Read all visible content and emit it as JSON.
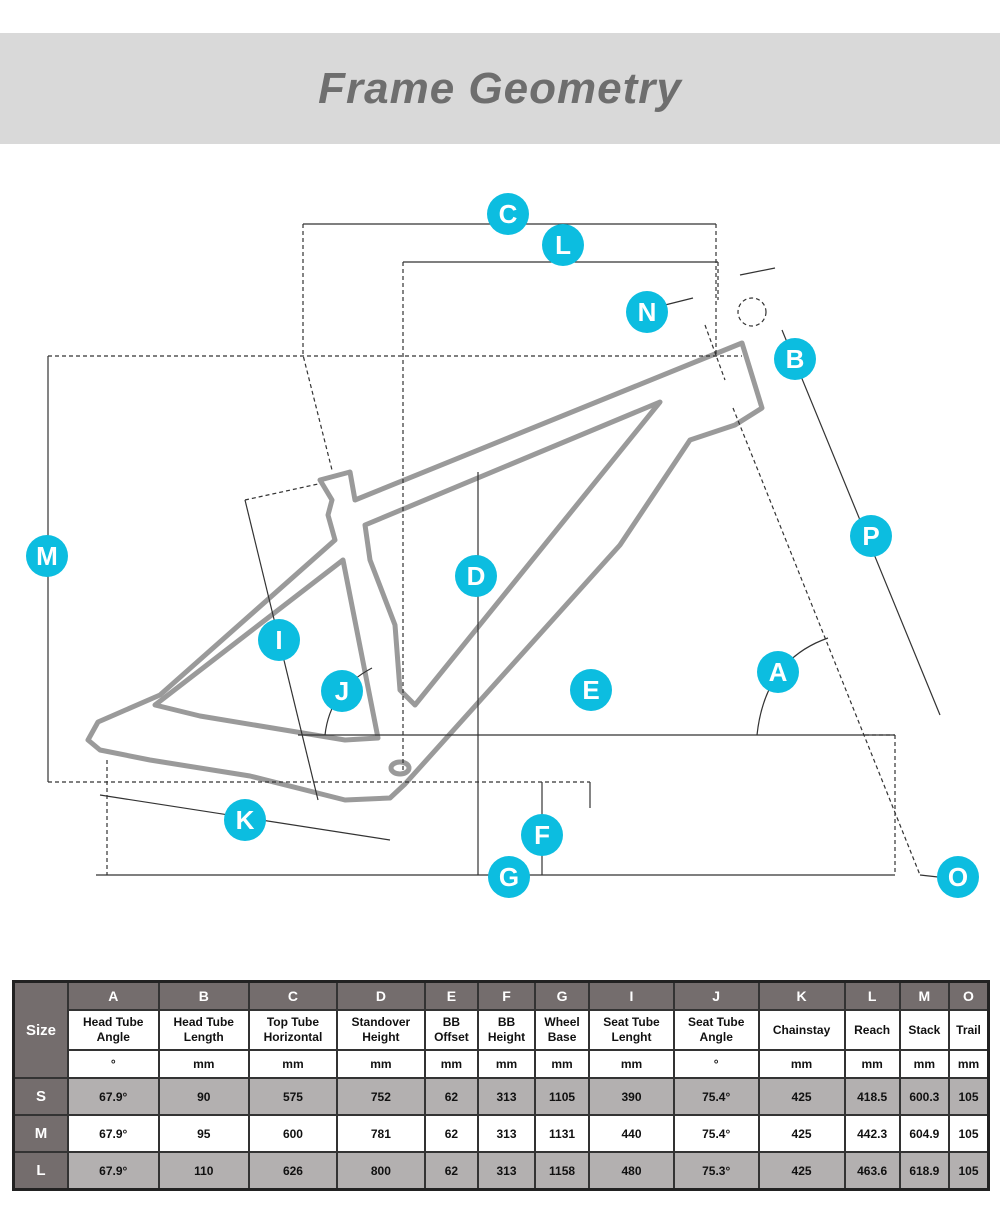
{
  "title": "Frame Geometry",
  "diagram": {
    "labels": [
      "C",
      "L",
      "N",
      "B",
      "M",
      "P",
      "D",
      "I",
      "J",
      "E",
      "A",
      "K",
      "F",
      "G",
      "O"
    ],
    "colors": {
      "marker": "#0cbde0",
      "frame": "#9a9a9a"
    }
  },
  "table": {
    "size_header": "Size",
    "columns": [
      {
        "letter": "A",
        "name1": "Head Tube",
        "name2": "Angle",
        "unit": "°"
      },
      {
        "letter": "B",
        "name1": "Head Tube",
        "name2": "Length",
        "unit": "mm"
      },
      {
        "letter": "C",
        "name1": "Top Tube",
        "name2": "Horizontal",
        "unit": "mm"
      },
      {
        "letter": "D",
        "name1": "Standover",
        "name2": "Height",
        "unit": "mm"
      },
      {
        "letter": "E",
        "name1": "BB",
        "name2": "Offset",
        "unit": "mm"
      },
      {
        "letter": "F",
        "name1": "BB",
        "name2": "Height",
        "unit": "mm"
      },
      {
        "letter": "G",
        "name1": "Wheel",
        "name2": "Base",
        "unit": "mm"
      },
      {
        "letter": "I",
        "name1": "Seat Tube",
        "name2": "Lenght",
        "unit": "mm"
      },
      {
        "letter": "J",
        "name1": "Seat Tube",
        "name2": "Angle",
        "unit": "°"
      },
      {
        "letter": "K",
        "name1": "Chainstay",
        "name2": "",
        "unit": "mm"
      },
      {
        "letter": "L",
        "name1": "Reach",
        "name2": "",
        "unit": "mm"
      },
      {
        "letter": "M",
        "name1": "Stack",
        "name2": "",
        "unit": "mm"
      },
      {
        "letter": "O",
        "name1": "Trail",
        "name2": "",
        "unit": "mm"
      }
    ],
    "rows": [
      {
        "size": "S",
        "values": [
          "67.9°",
          "90",
          "575",
          "752",
          "62",
          "313",
          "1105",
          "390",
          "75.4°",
          "425",
          "418.5",
          "600.3",
          "105"
        ]
      },
      {
        "size": "M",
        "values": [
          "67.9°",
          "95",
          "600",
          "781",
          "62",
          "313",
          "1131",
          "440",
          "75.4°",
          "425",
          "442.3",
          "604.9",
          "105"
        ]
      },
      {
        "size": "L",
        "values": [
          "67.9°",
          "110",
          "626",
          "800",
          "62",
          "313",
          "1158",
          "480",
          "75.3°",
          "425",
          "463.6",
          "618.9",
          "105"
        ]
      }
    ]
  }
}
